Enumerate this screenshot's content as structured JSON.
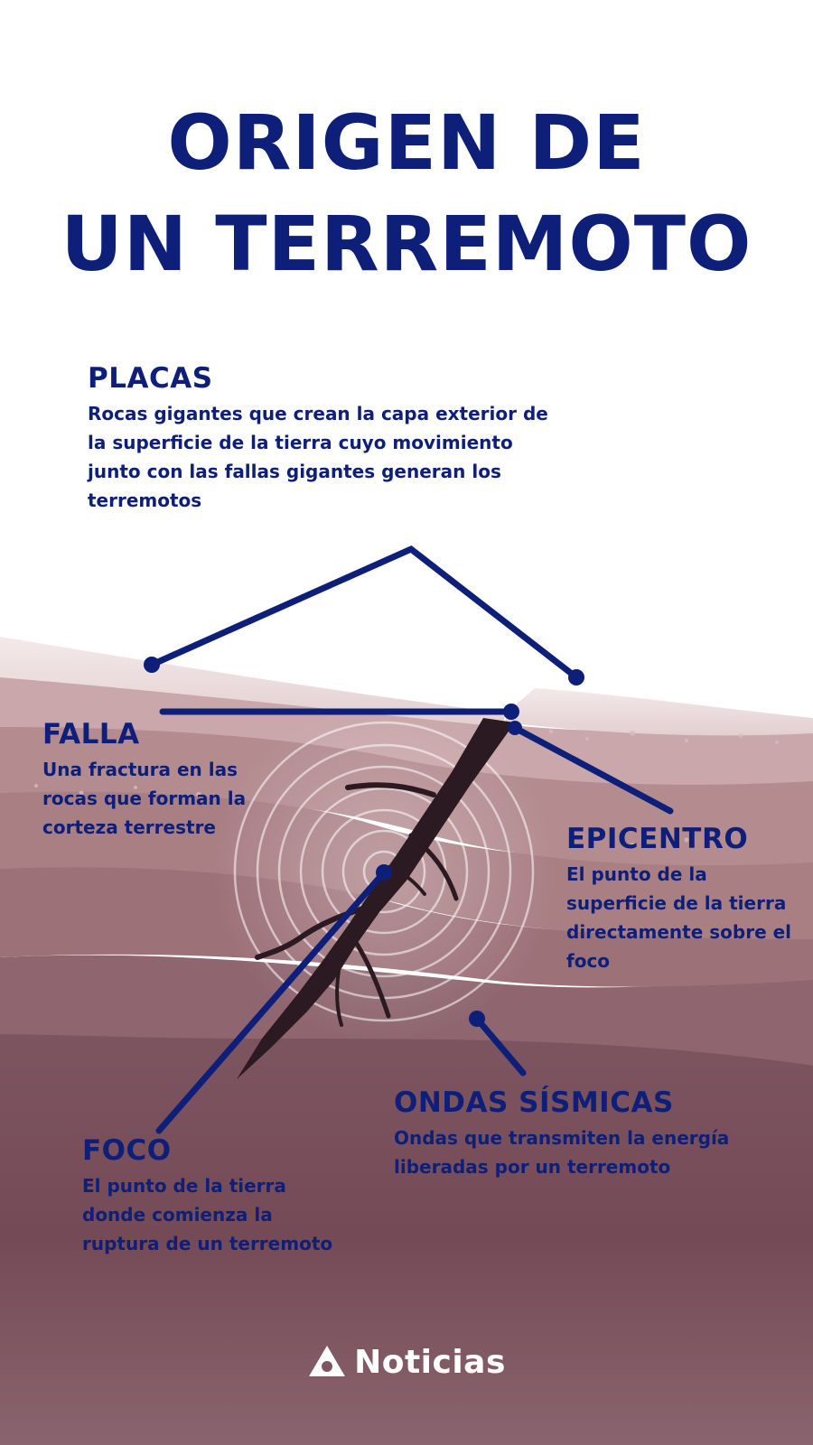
{
  "title": {
    "line1": "ORIGEN DE",
    "line2": "UN TERREMOTO"
  },
  "labels": {
    "placas": {
      "heading": "PLACAS",
      "text": "Rocas gigantes que crean la capa exterior de la superficie de la tierra cuyo movimiento junto con las fallas gigantes generan los terremotos"
    },
    "falla": {
      "heading": "FALLA",
      "text": "Una fractura en las rocas que forman la corteza terrestre"
    },
    "epicentro": {
      "heading": "EPICENTRO",
      "text": "El punto de la superficie de la tierra directamente sobre el foco"
    },
    "ondas": {
      "heading": "ONDAS SÍSMICAS",
      "text": "Ondas que transmiten la energía liberadas por un terremoto"
    },
    "foco": {
      "heading": "FOCO",
      "text": "El punto de la tierra donde comienza la ruptura de un terremoto"
    }
  },
  "footer": {
    "brand": "Noticias"
  },
  "colors": {
    "accent": "#0d1f78",
    "background": "#ffffff"
  }
}
